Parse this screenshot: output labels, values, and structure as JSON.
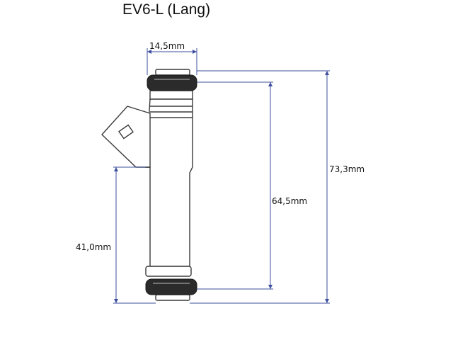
{
  "title": "EV6-L (Lang)",
  "dimensions": {
    "width": "14,5mm",
    "overall_length": "73,3mm",
    "inner_length": "64,5mm",
    "lower_length": "41,0mm"
  },
  "colors": {
    "outline": "#3a3a3a",
    "dimension_line": "#3d4f9e",
    "o_ring": "#2b2b2b",
    "body_fill": "#ffffff"
  }
}
